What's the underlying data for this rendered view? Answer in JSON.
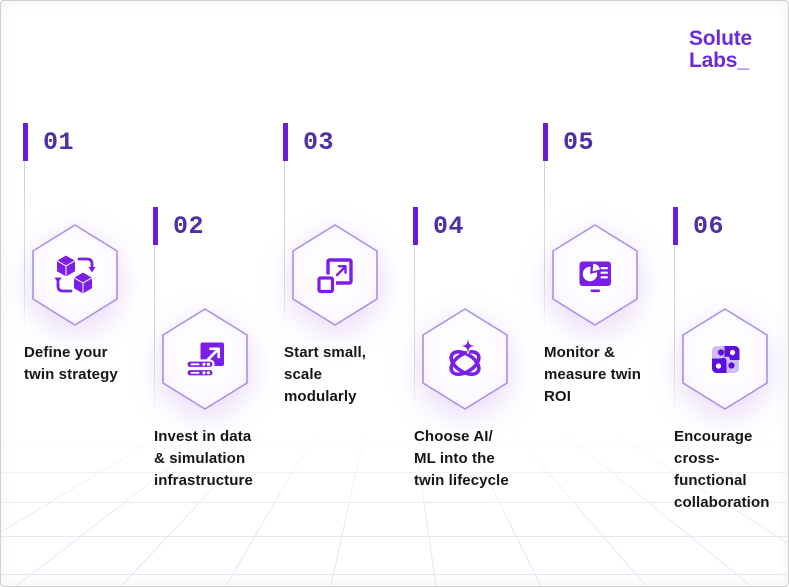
{
  "logo": {
    "line1": "Solute",
    "line2": "Labs_"
  },
  "steps": [
    {
      "number": "01",
      "label": "Define your\ntwin strategy",
      "icon": "cubes-sync-icon"
    },
    {
      "number": "02",
      "label": "Invest in data\n& simulation\ninfrastructure",
      "icon": "data-infrastructure-icon"
    },
    {
      "number": "03",
      "label": "Start small,\nscale\nmodularly",
      "icon": "scale-squares-icon"
    },
    {
      "number": "04",
      "label": "Choose AI/\nML into the\ntwin lifecycle",
      "icon": "ai-orbit-icon"
    },
    {
      "number": "05",
      "label": "Monitor &\nmeasure twin\nROI",
      "icon": "dashboard-icon"
    },
    {
      "number": "06",
      "label": "Encourage\ncross-\nfunctional\ncollaboration",
      "icon": "puzzle-icon"
    }
  ],
  "colors": {
    "accent_bar": "#6C1BD8",
    "number_text": "#4E2FA6",
    "icon_purple": "#7B1FE8",
    "icon_purple_dark": "#5B0FE0",
    "icon_purple_light": "#CDBCF6",
    "hexagon_border": "#A98FE8",
    "logo_purple": "#6A2BD9",
    "label_text": "#161616",
    "grid_line": "#E2E5F2"
  }
}
